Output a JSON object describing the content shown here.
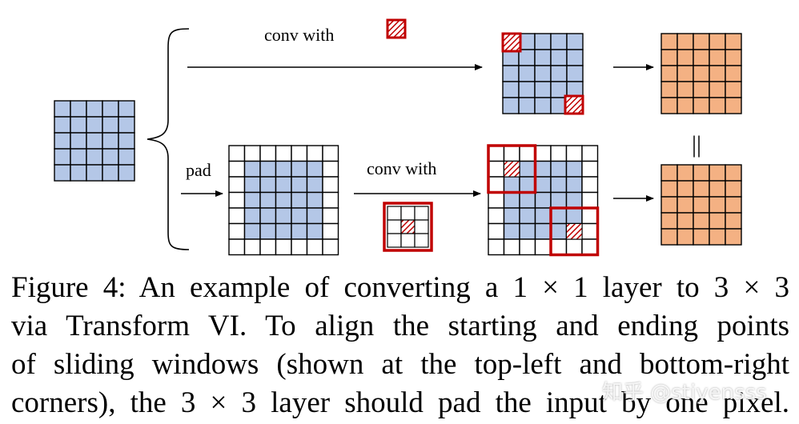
{
  "figure": {
    "labels": {
      "conv_with_top": "conv with",
      "pad": "pad",
      "conv_with_bottom": "conv with",
      "equals": "||"
    },
    "colors": {
      "blue": "#b4c7e7",
      "orange": "#f4b183",
      "kernel_red": "#c00000",
      "grid_line": "#000000"
    }
  },
  "caption": {
    "lines": [
      "Figure 4: An example of converting a 1 × 1 layer to 3 × 3",
      "via Transform VI. To align the starting and ending points",
      "of sliding windows (shown at the top-left and bottom-right",
      "corners), the 3 × 3 layer should pad the input by one pixel."
    ]
  },
  "watermark": "知乎 @stiyensss"
}
